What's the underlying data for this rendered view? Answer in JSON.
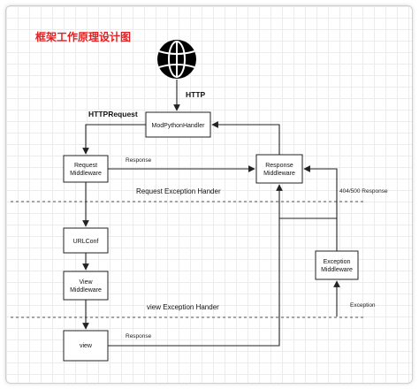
{
  "diagram": {
    "title": "框架工作原理设计图",
    "title_color": "#e02020",
    "http_label": "HTTP",
    "httprequest_label": "HTTPRequest",
    "request_exception_label": "Request Exception Hander",
    "view_exception_label": "view Exception Hander",
    "response_label_top": "Response",
    "response_label_bottom": "Response",
    "status_label": "404/500 Response",
    "exception_label": "Exception",
    "icon": "globe-icon",
    "nodes": {
      "handler": [
        "ModPythonHandler"
      ],
      "request_mw": [
        "Request",
        "Middleware"
      ],
      "response_mw": [
        "Response",
        "Middleware"
      ],
      "urlconf": [
        "URLConf"
      ],
      "view_mw": [
        "View",
        "Middleware"
      ],
      "view": [
        "view"
      ],
      "exception_mw": [
        "Exception",
        "Middleware"
      ]
    }
  }
}
